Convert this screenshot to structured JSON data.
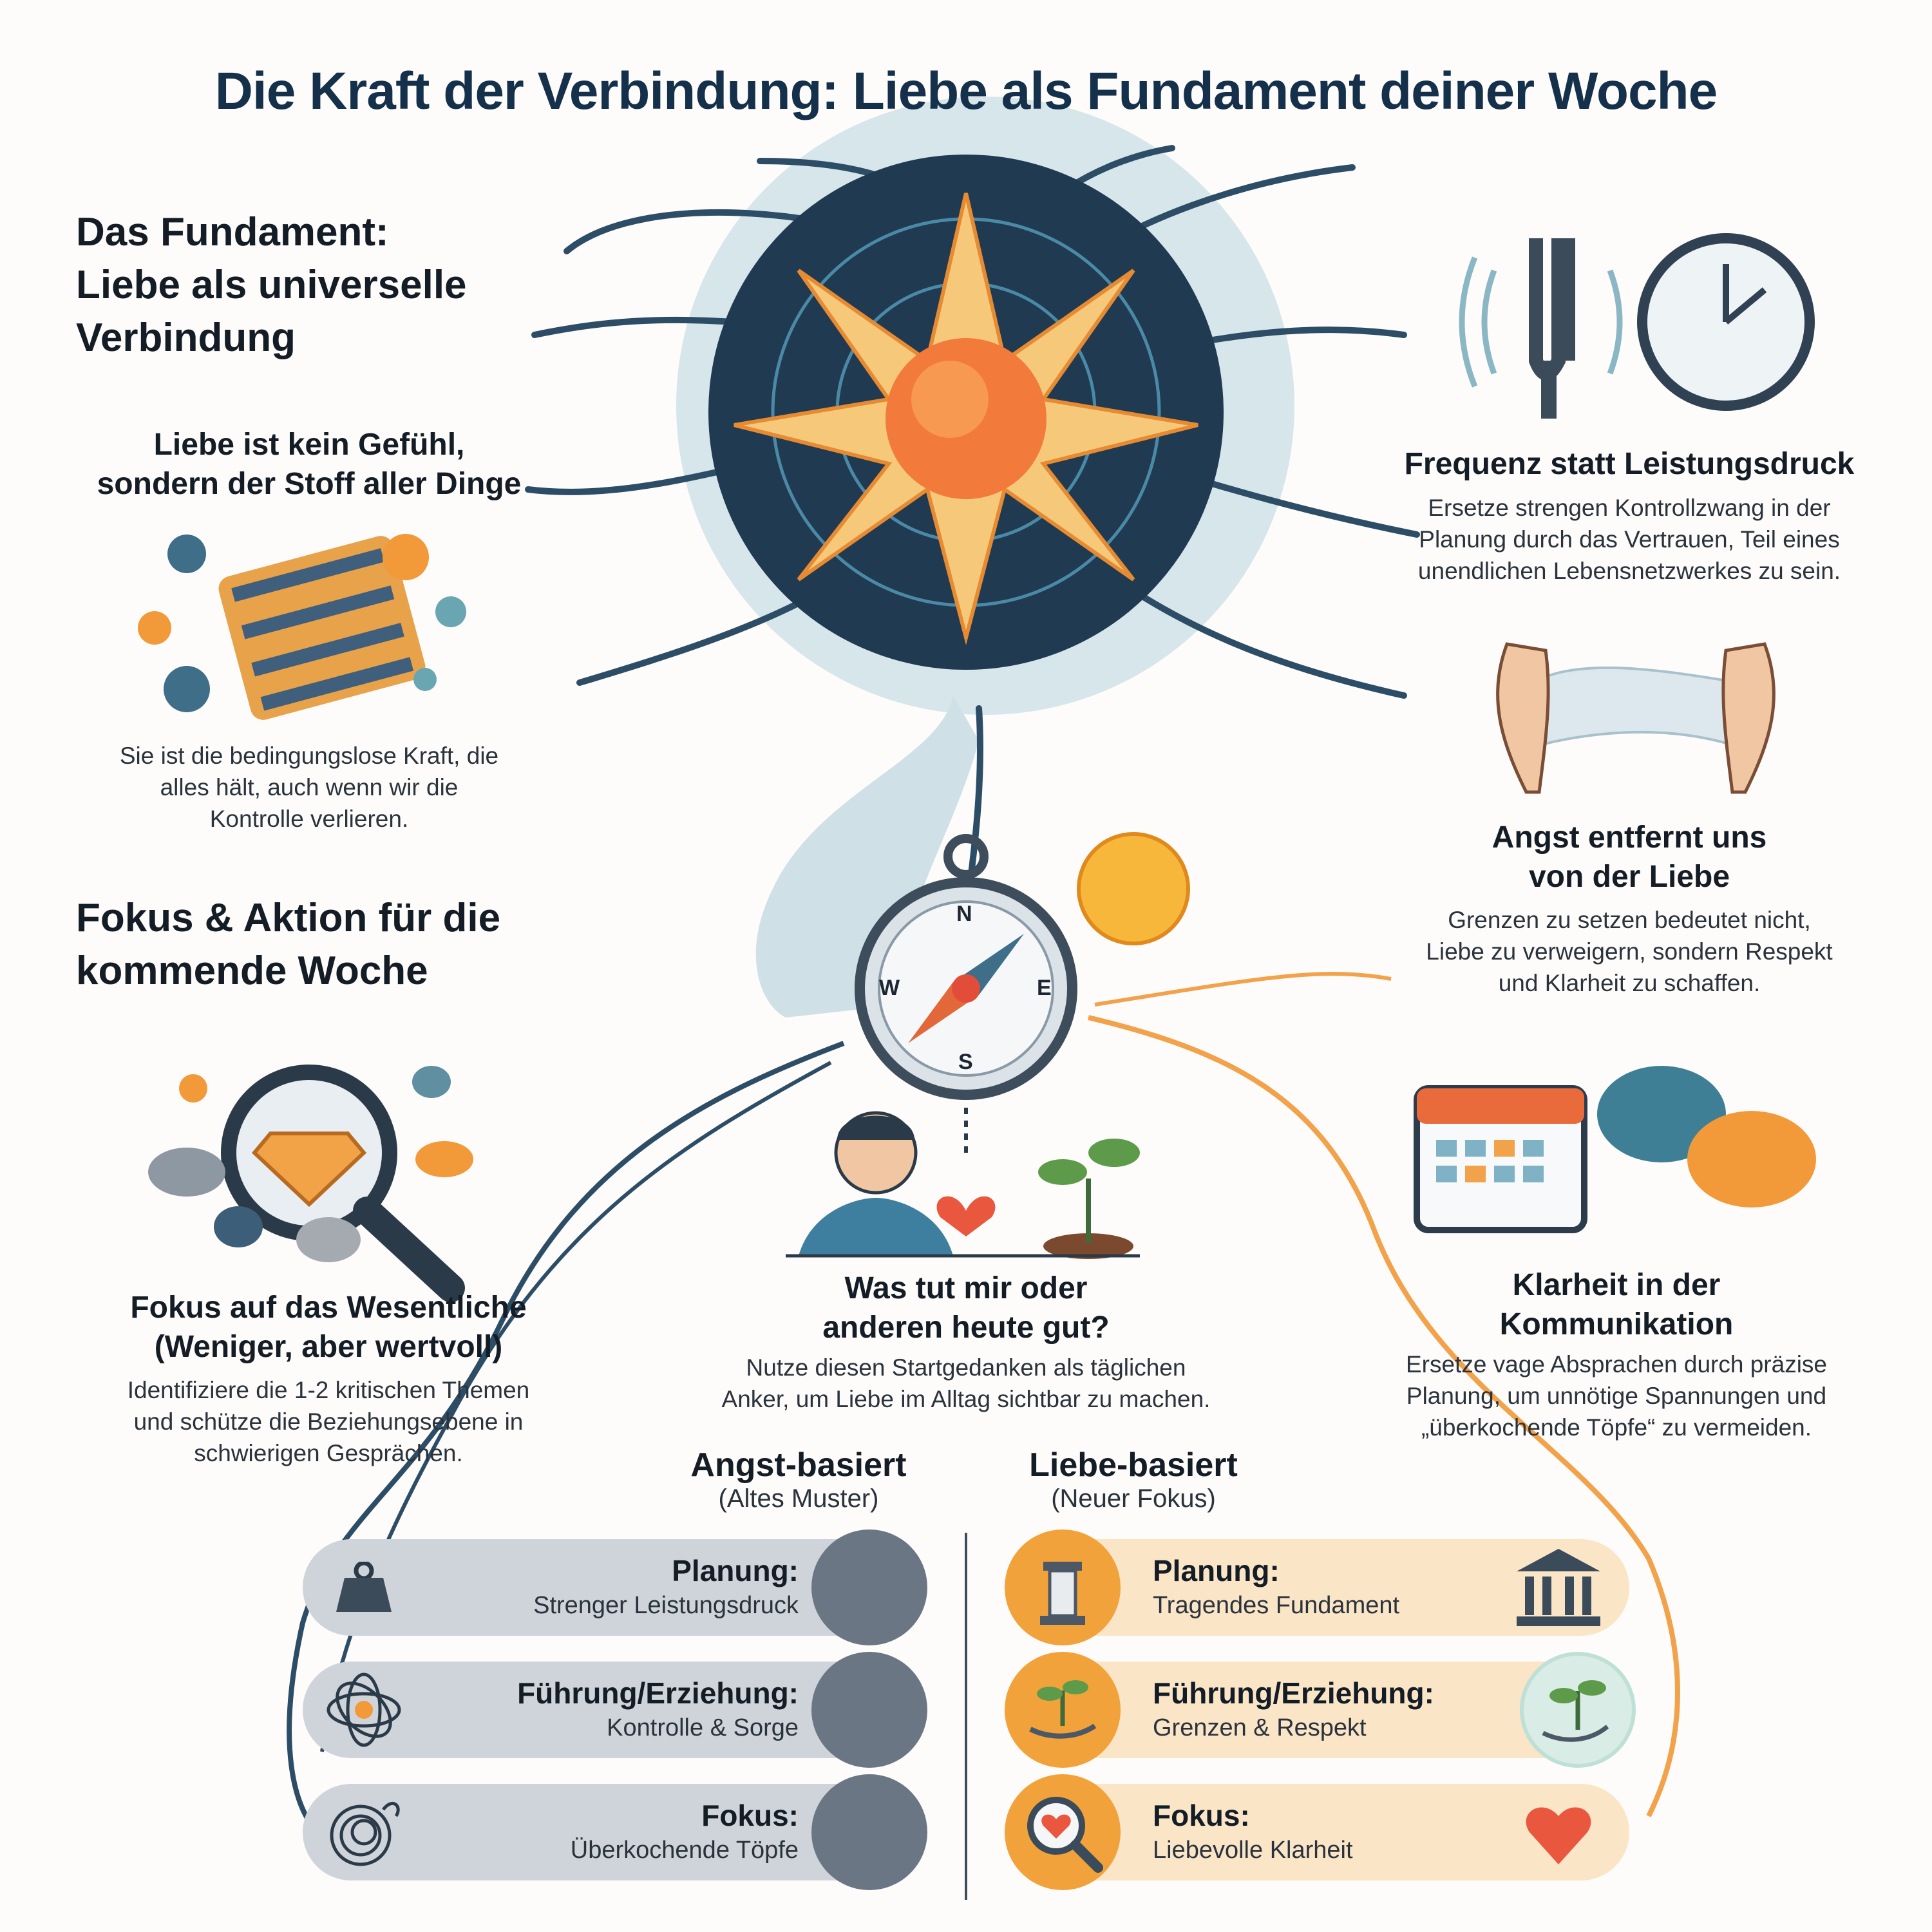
{
  "title": "Die Kraft der Verbindung: Liebe als Fundament deiner Woche",
  "left": {
    "foundation_heading_lines": [
      "Das Fundament:",
      "Liebe als universelle",
      "Verbindung"
    ],
    "foundation_sub_lines": [
      "Liebe ist kein Gefühl,",
      "sondern der Stoff aller Dinge"
    ],
    "foundation_body_lines": [
      "Sie ist die bedingungslose Kraft, die",
      "alles hält, auch wenn wir die",
      "Kontrolle verlieren."
    ],
    "focus_heading_lines": [
      "Fokus & Aktion für die",
      "kommende Woche"
    ],
    "essential_heading_lines": [
      "Fokus auf das Wesentliche",
      "(Weniger, aber wertvoll)"
    ],
    "essential_body_lines": [
      "Identifiziere die 1-2 kritischen Themen",
      "und schütze die Beziehungsebene in",
      "schwierigen Gesprächen."
    ]
  },
  "right": {
    "frequency_heading": "Frequenz statt Leistungsdruck",
    "frequency_body_lines": [
      "Ersetze strengen Kontrollzwang in der",
      "Planung durch das Vertrauen, Teil eines",
      "unendlichen Lebensnetzwerkes zu sein."
    ],
    "fear_heading_lines": [
      "Angst entfernt uns",
      "von der Liebe"
    ],
    "fear_body_lines": [
      "Grenzen zu setzen bedeutet nicht,",
      "Liebe zu verweigern, sondern Respekt",
      "und Klarheit zu schaffen."
    ],
    "clarity_heading_lines": [
      "Klarheit in der",
      "Kommunikation"
    ],
    "clarity_body_lines": [
      "Ersetze vage Absprachen durch präzise",
      "Planung, um unnötige Spannungen und",
      "„überkochende Töpfe“ zu vermeiden."
    ]
  },
  "center": {
    "compass_letters": {
      "n": "N",
      "s": "S",
      "e": "E",
      "w": "W"
    },
    "question_lines": [
      "Was tut mir oder",
      "anderen heute gut?"
    ],
    "question_body_lines": [
      "Nutze diesen Startgedanken als täglichen",
      "Anker, um Liebe im Alltag sichtbar zu machen."
    ]
  },
  "comparison": {
    "fear_col": {
      "heading": "Angst-basiert",
      "sub": "(Altes Muster)"
    },
    "love_col": {
      "heading": "Liebe-basiert",
      "sub": "(Neuer Fokus)"
    },
    "fear_rows": [
      {
        "label": "Planung:",
        "sub": "Strenger Leistungsdruck",
        "icon": "weight-icon"
      },
      {
        "label": "Führung/Erziehung:",
        "sub": "Kontrolle & Sorge",
        "icon": "tangle-icon"
      },
      {
        "label": "Fokus:",
        "sub": "Überkochende Töpfe",
        "icon": "scribble-icon"
      }
    ],
    "love_rows": [
      {
        "label": "Planung:",
        "sub": "Tragendes Fundament",
        "icon": "temple-icon"
      },
      {
        "label": "Führung/Erziehung:",
        "sub": "Grenzen & Respekt",
        "icon": "plant-hand-icon"
      },
      {
        "label": "Fokus:",
        "sub": "Liebevolle Klarheit",
        "icon": "heart-icon"
      }
    ]
  },
  "colors": {
    "title": "#15304a",
    "network_dark": "#1f3d55",
    "accent_orange": "#f29a3a",
    "fear_row": "#cfd4db",
    "love_row": "#fae5c7"
  }
}
